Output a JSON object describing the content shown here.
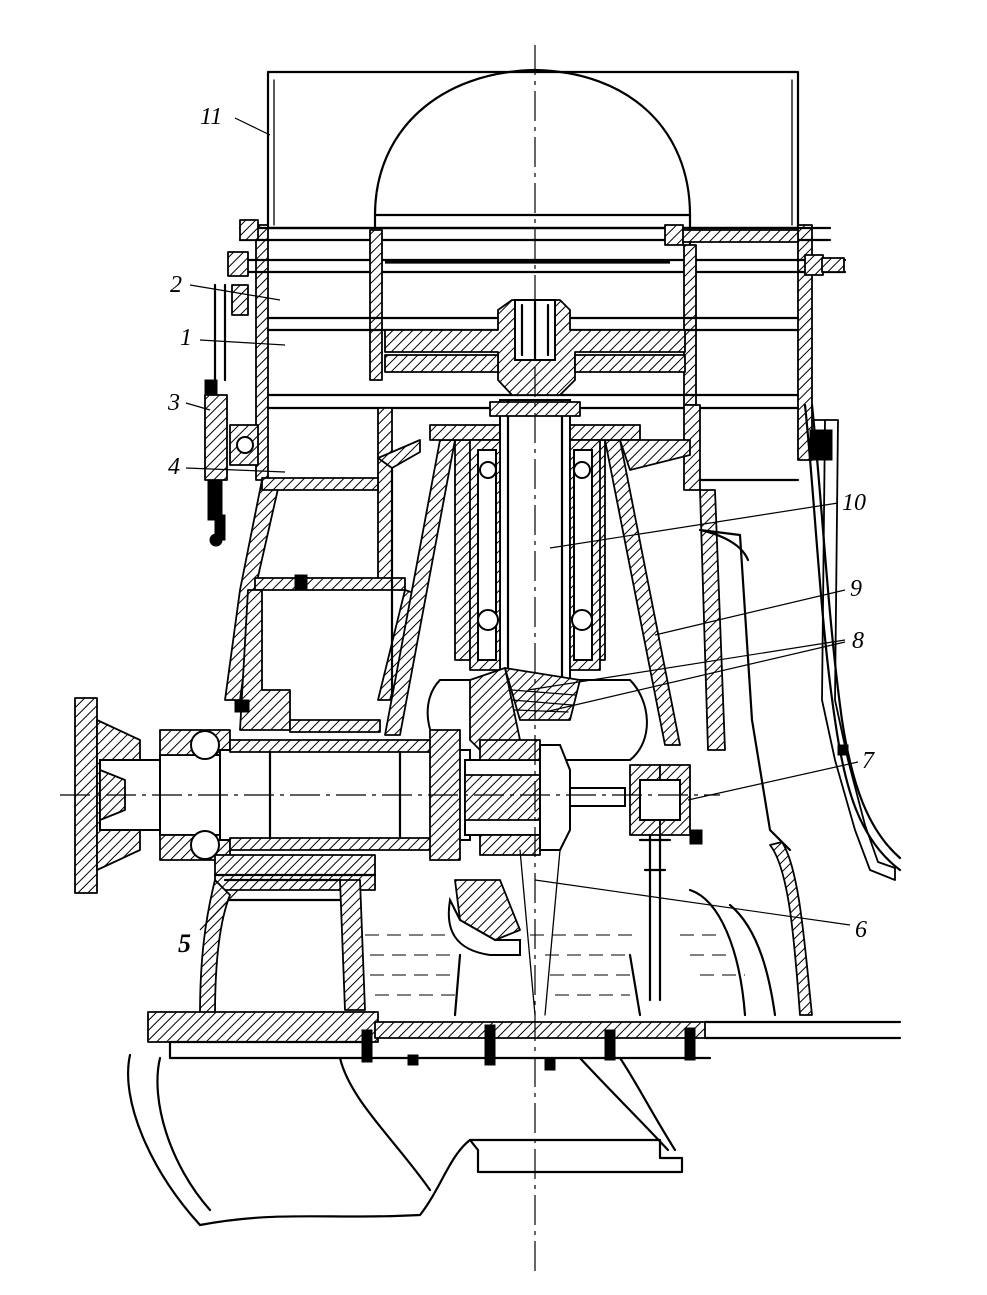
{
  "labels": [
    {
      "id": "11",
      "text": "11"
    },
    {
      "id": "2",
      "text": "2"
    },
    {
      "id": "1",
      "text": "1"
    },
    {
      "id": "3",
      "text": "3"
    },
    {
      "id": "4",
      "text": "4"
    },
    {
      "id": "10",
      "text": "10"
    },
    {
      "id": "9",
      "text": "9"
    },
    {
      "id": "8",
      "text": "8"
    },
    {
      "id": "7",
      "text": "7"
    },
    {
      "id": "5",
      "text": "5"
    },
    {
      "id": "6",
      "text": "6"
    }
  ]
}
